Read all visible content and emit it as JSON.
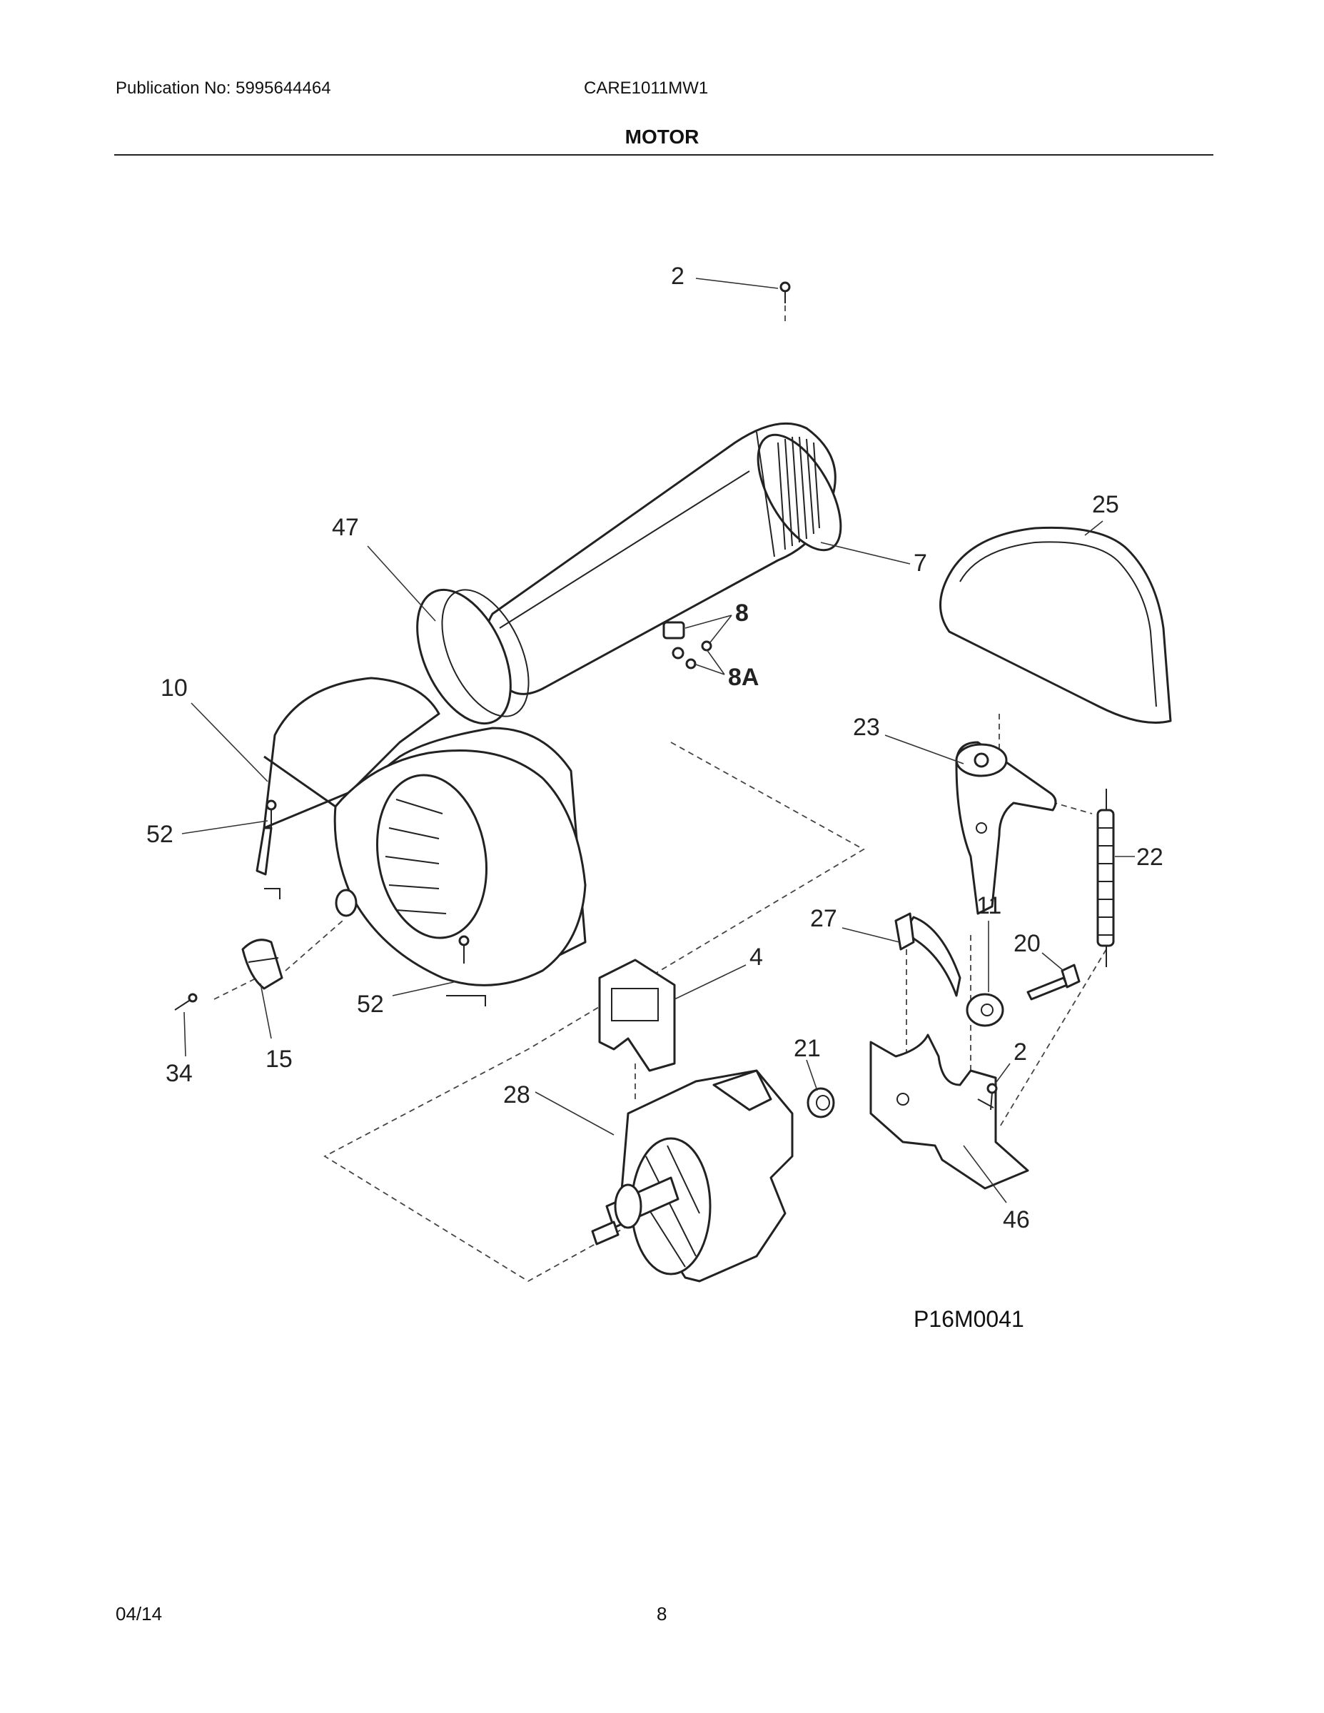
{
  "header": {
    "publication": "Publication No: 5995644464",
    "model": "CARE1011MW1",
    "section_title": "MOTOR"
  },
  "diagram": {
    "drawing_code": "P16M0041",
    "callouts": [
      {
        "id": "c-2-top",
        "label": "2"
      },
      {
        "id": "c-47",
        "label": "47"
      },
      {
        "id": "c-25",
        "label": "25"
      },
      {
        "id": "c-7",
        "label": "7"
      },
      {
        "id": "c-8",
        "label": "8"
      },
      {
        "id": "c-8a",
        "label": "8A"
      },
      {
        "id": "c-10",
        "label": "10"
      },
      {
        "id": "c-23",
        "label": "23"
      },
      {
        "id": "c-52-a",
        "label": "52"
      },
      {
        "id": "c-22",
        "label": "22"
      },
      {
        "id": "c-11",
        "label": "11"
      },
      {
        "id": "c-27",
        "label": "27"
      },
      {
        "id": "c-20",
        "label": "20"
      },
      {
        "id": "c-4",
        "label": "4"
      },
      {
        "id": "c-52-b",
        "label": "52"
      },
      {
        "id": "c-21",
        "label": "21"
      },
      {
        "id": "c-2-bottom",
        "label": "2"
      },
      {
        "id": "c-34",
        "label": "34"
      },
      {
        "id": "c-15",
        "label": "15"
      },
      {
        "id": "c-28",
        "label": "28"
      },
      {
        "id": "c-46",
        "label": "46"
      }
    ]
  },
  "footer": {
    "date": "04/14",
    "page": "8"
  }
}
